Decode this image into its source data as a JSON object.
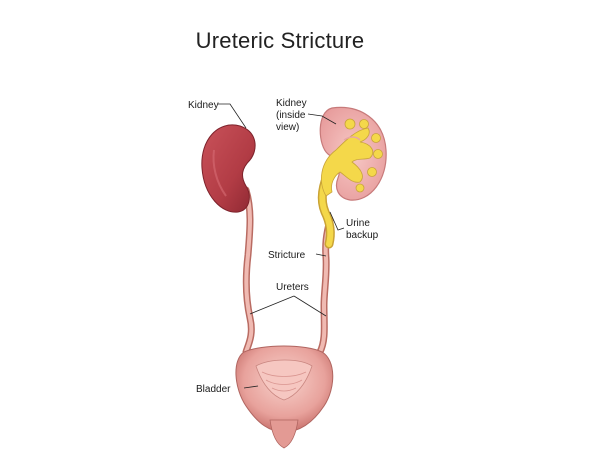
{
  "title": "Ureteric Stricture",
  "labels": {
    "kidney": "Kidney",
    "kidney_inside_view_line1": "Kidney",
    "kidney_inside_view_line2": "(inside",
    "kidney_inside_view_line3": "view)",
    "urine_backup_line1": "Urine",
    "urine_backup_line2": "backup",
    "stricture": "Stricture",
    "ureters": "Ureters",
    "bladder": "Bladder"
  },
  "colors": {
    "kidney": "#b8434a",
    "kidney_dark": "#8e2a33",
    "kidney_pink": "#f2b4b4",
    "urine": "#f4d84a",
    "ureter": "#e9a9a0",
    "ureter_edge": "#b96b62",
    "bladder": "#e79a96",
    "bladder_inner": "#f6c2bd"
  }
}
